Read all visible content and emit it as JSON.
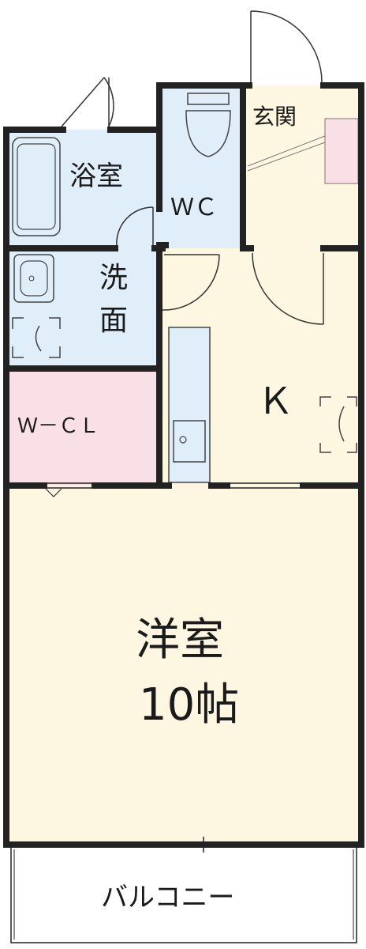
{
  "rooms": {
    "bathroom": "浴室",
    "toilet": "ＷＣ",
    "entrance": "玄関",
    "washroom_line1": "洗",
    "washroom_line2": "面",
    "walkin_closet": "Ｗ－ＣＬ",
    "kitchen": "Ｋ",
    "western_room": "洋室",
    "western_room_size": "10帖",
    "balcony": "バルコニー"
  },
  "colors": {
    "wall": "#222222",
    "wet_area": "#dfeef8",
    "living_area": "#fdf6e1",
    "closet": "#f9dfe6",
    "shoe_box": "#f9dfe6",
    "balcony": "#ffffff"
  },
  "icons": {
    "bath": "bathtub-icon",
    "toilet": "toilet-icon",
    "basin": "washbasin-icon",
    "washer": "washing-machine-space-icon",
    "fridge": "refrigerator-space-icon",
    "sink": "kitchen-sink-icon"
  }
}
